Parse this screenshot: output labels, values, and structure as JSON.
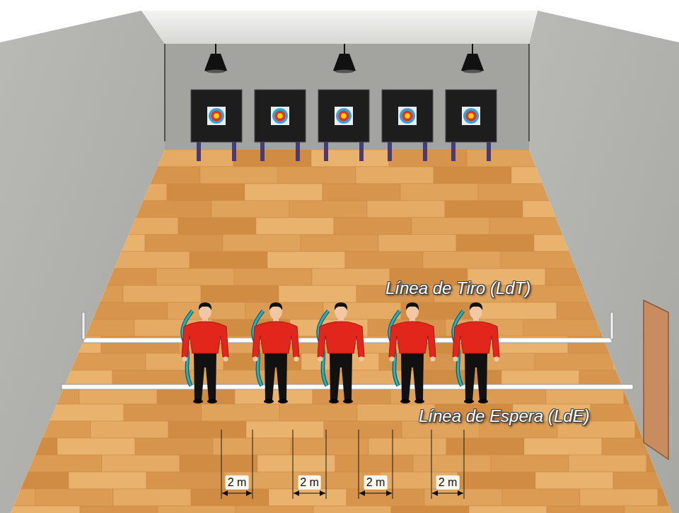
{
  "diagram": {
    "labels": [
      "Línea de Tiro (LdT)",
      "Línea de Espera (LdE)",
      "2 m",
      "2 m",
      "2 m",
      "2 m"
    ]
  }
}
